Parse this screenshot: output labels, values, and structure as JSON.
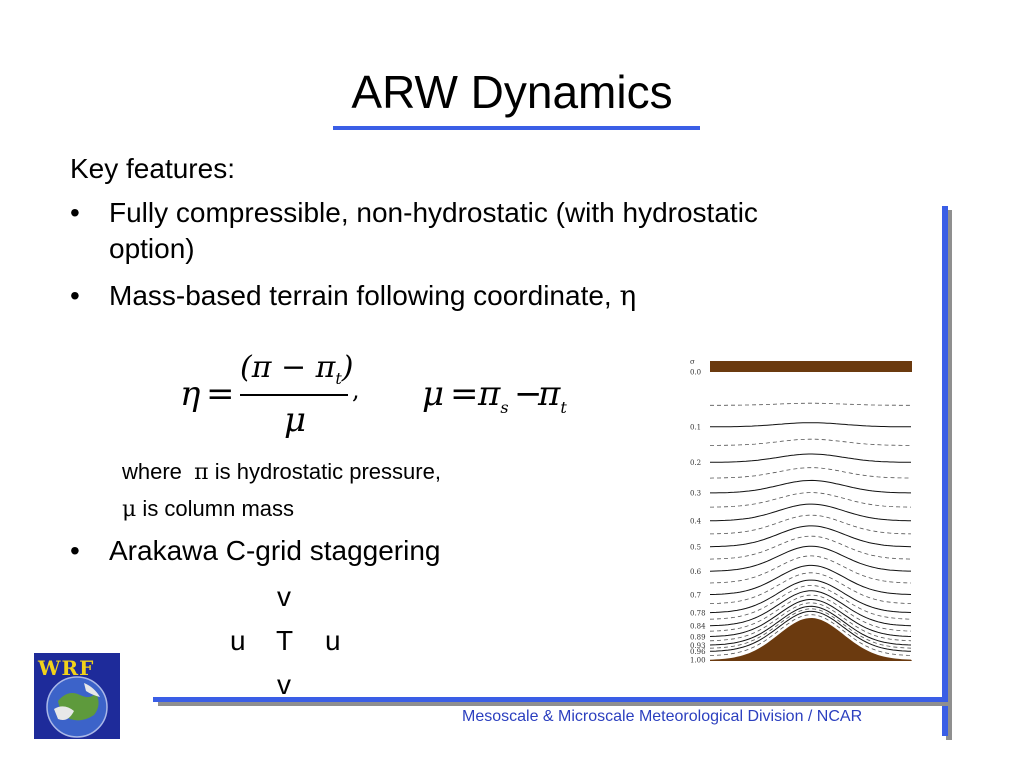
{
  "slide": {
    "title": "ARW Dynamics",
    "intro": "Key features:",
    "bullet_char": "•",
    "bullets": [
      {
        "line1": "Fully compressible, non-hydrostatic (with hydrostatic",
        "line2": "option)"
      },
      {
        "line1": "Mass-based terrain following coordinate, ",
        "symbol": "η"
      },
      {
        "line1": "Arakawa C-grid staggering"
      }
    ],
    "equation": {
      "eta": "η",
      "equals": "=",
      "numerator": "(π − π",
      "num_sub": "t",
      "num_close": ")",
      "denominator": "μ",
      "comma": ",",
      "mu": "μ",
      "pi": "π",
      "sub_s": "s",
      "minus": "−",
      "sub_t": "t"
    },
    "where": {
      "word": "where",
      "pi": "π",
      "pi_text": " is hydrostatic pressure,",
      "mu": "μ",
      "mu_text": " is column mass"
    },
    "cgrid": {
      "top_v": "v",
      "left_u": "u",
      "center_t": "T",
      "right_u": "u",
      "bottom_v": "v"
    },
    "footer": "Mesoscale & Microscale Meteorological Division / NCAR",
    "logo_text": "WRF",
    "diagram": {
      "axis_symbol": "σ",
      "levels": [
        "0.0",
        "0.1",
        "0.2",
        "0.3",
        "0.4",
        "0.5",
        "0.6",
        "0.7",
        "0.78",
        "0.84",
        "0.89",
        "0.93",
        "0.96",
        "1.00"
      ],
      "top_color": "#6b3a0f",
      "terrain_color": "#6b3a0f"
    },
    "colors": {
      "accent": "#3a5ee6",
      "footer": "#2b3fbf",
      "shadow": "#8f8f8f"
    }
  }
}
